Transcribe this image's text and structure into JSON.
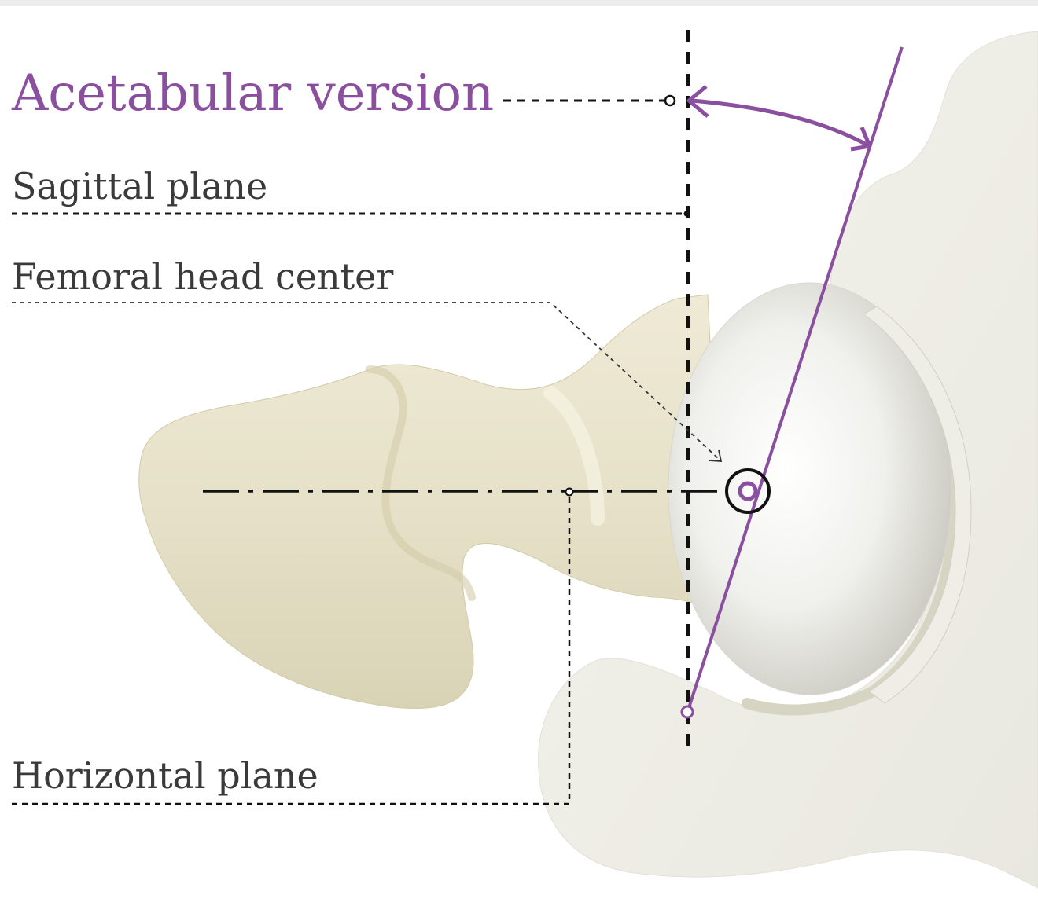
{
  "labels": {
    "acetabular_version": "Acetabular version",
    "sagittal_plane": "Sagittal plane",
    "femoral_head_center": "Femoral head center",
    "horizontal_plane": "Horizontal plane"
  },
  "colors": {
    "accent": "#8a4f9e",
    "line": "#1a1a1a",
    "bone_fill": "#e7e4d0",
    "acetabulum_fill": "#f1f0ea",
    "femoral_head_fill": "#ebebe6",
    "label_text": "#3a3a3a"
  }
}
